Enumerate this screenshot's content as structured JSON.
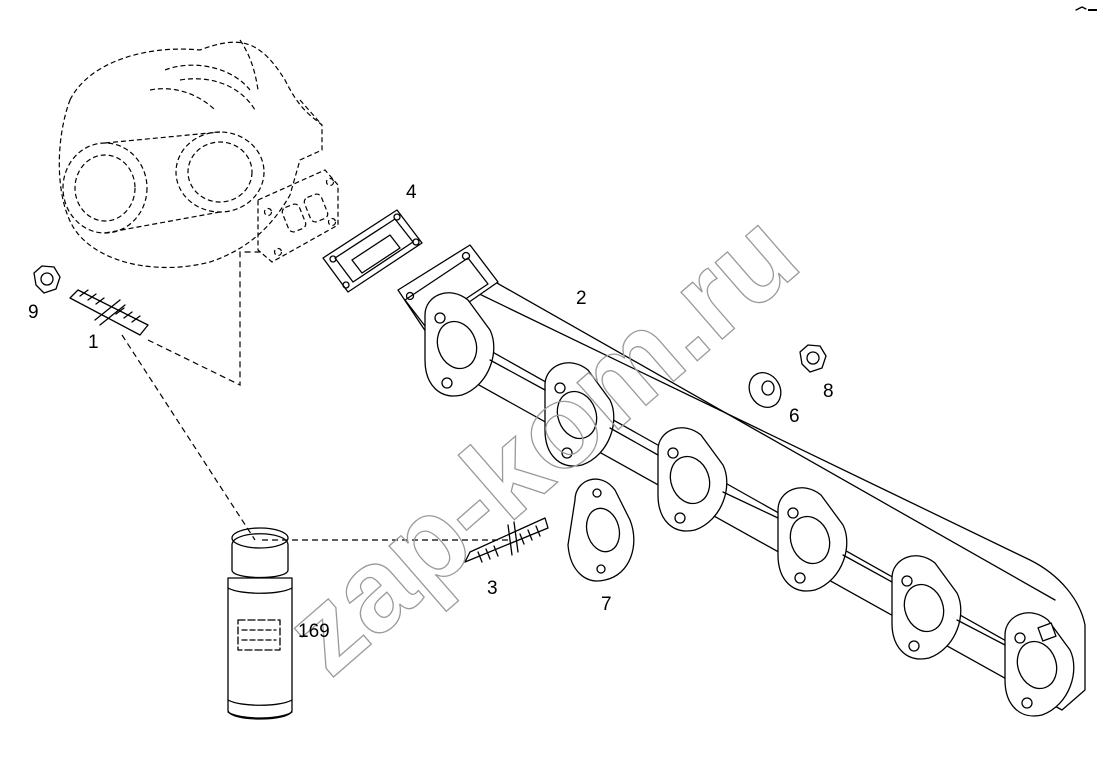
{
  "watermark": "zap-kom.ru",
  "callouts": {
    "c1": "1",
    "c2": "2",
    "c3": "3",
    "c4": "4",
    "c6": "6",
    "c7": "7",
    "c8": "8",
    "c9": "9",
    "c169": "169"
  }
}
